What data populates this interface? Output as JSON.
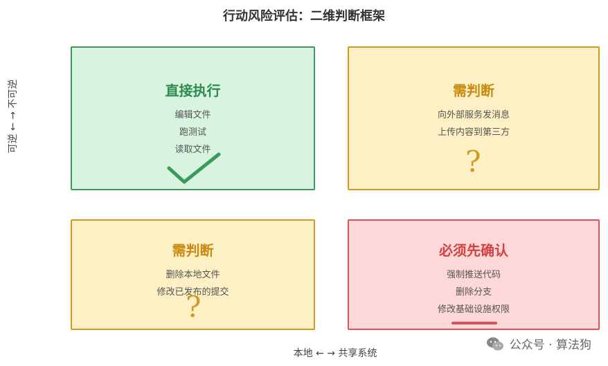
{
  "title": "行动风险评估：二维判断框架",
  "axes": {
    "y_label": "可逆 ← → 不可逆",
    "x_label": "本地 ← → 共享系统"
  },
  "quadrants": [
    {
      "title": "直接执行",
      "items": [
        "编辑文件",
        "跑测试",
        "读取文件"
      ],
      "mark": "check",
      "color": "#2e8b4f"
    },
    {
      "title": "需判断",
      "items": [
        "向外部服务发消息",
        "上传内容到第三方"
      ],
      "mark": "?",
      "color": "#c88a10"
    },
    {
      "title": "需判断",
      "items": [
        "删除本地文件",
        "修改已发布的提交"
      ],
      "mark": "?",
      "color": "#c88a10"
    },
    {
      "title": "必须先确认",
      "items": [
        "强制推送代码",
        "删除分支",
        "修改基础设施权限"
      ],
      "mark": "underline",
      "color": "#d34040"
    }
  ],
  "watermark": "公众号 · 算法狗"
}
